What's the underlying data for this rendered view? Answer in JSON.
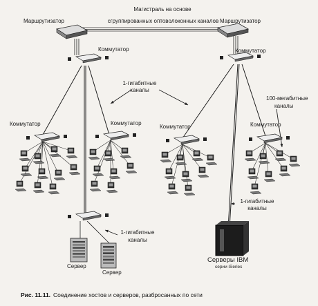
{
  "labels": {
    "backbone_line1": "Магистраль на основе",
    "backbone_line2": "сгруппированных оптоволоконных каналов",
    "router_left": "Маршрутизатор",
    "router_right": "Маршрутизатор",
    "switch_top_left": "Коммутатор",
    "switch_top_right": "Коммутатор",
    "gigabit_top_line1": "1-гигабитные",
    "gigabit_top_line2": "каналы",
    "switch_far_left": "Коммутатор",
    "switch_mid_left": "Коммутатор",
    "switch_mid_right": "Коммутатор",
    "switch_far_right": "Коммутатор",
    "mb100_line1": "100-мегабитные",
    "mb100_line2": "каналы",
    "gigabit_right_line1": "1-гигабитные",
    "gigabit_right_line2": "каналы",
    "gigabit_bottom_line1": "1-гигабитные",
    "gigabit_bottom_line2": "каналы",
    "server_left": "Сервер",
    "server_right": "Сервер",
    "ibm_line1": "Серверы IBM",
    "ibm_line2": "серии iSeries"
  },
  "caption": {
    "prefix": "Рис. 11.11.",
    "text": "Соединение хостов и серверов, разбросанных по сети"
  }
}
